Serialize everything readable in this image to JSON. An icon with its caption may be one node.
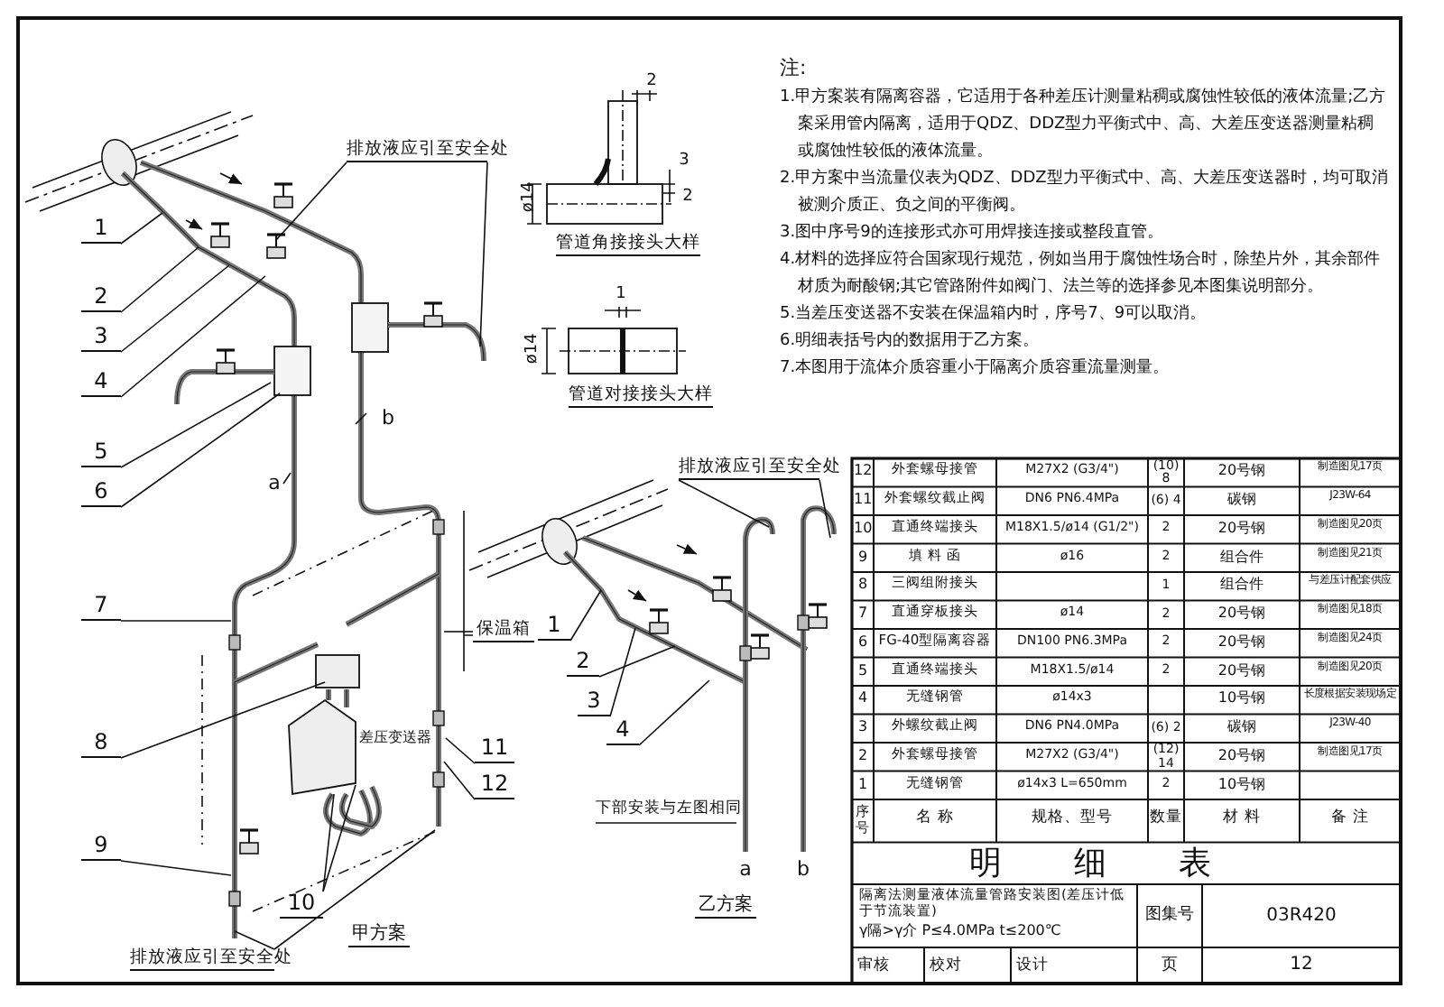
{
  "diagram": {
    "title": "隔离法测量液体流量管路安装图(差压计低于节流装置)",
    "nodes": [
      {
        "text": [
          "1"
        ]
      },
      {
        "text": [
          "2"
        ]
      },
      {
        "text": [
          "3"
        ]
      },
      {
        "text": [
          "4"
        ]
      },
      {
        "text": [
          "5"
        ]
      },
      {
        "text": [
          "6"
        ]
      },
      {
        "text": [
          "7"
        ]
      },
      {
        "text": [
          "8"
        ]
      },
      {
        "text": [
          "9"
        ]
      },
      {
        "text": [
          "10"
        ]
      },
      {
        "text": [
          "11"
        ]
      },
      {
        "text": [
          "12"
        ]
      },
      {
        "text": [
          "排放液应引至安全处"
        ]
      },
      {
        "text": [
          "保温箱"
        ]
      },
      {
        "text": [
          "排放液应引至安全处"
        ]
      },
      {
        "text": [
          "1"
        ]
      },
      {
        "text": [
          "2"
        ]
      },
      {
        "text": [
          "3"
        ]
      },
      {
        "text": [
          "4"
        ]
      },
      {
        "text": [
          "排放液应引至安全处"
        ]
      }
    ],
    "edges": [
      {
        "from": 0,
        "to": null,
        "arrow": "none"
      },
      {
        "from": 1,
        "to": null,
        "arrow": "none"
      },
      {
        "from": 2,
        "to": null,
        "arrow": "none"
      },
      {
        "from": 3,
        "to": null,
        "arrow": "none"
      },
      {
        "from": 4,
        "to": null,
        "arrow": "none"
      },
      {
        "from": 5,
        "to": null,
        "arrow": "none"
      },
      {
        "from": 6,
        "to": null,
        "arrow": "none"
      },
      {
        "from": 7,
        "to": null,
        "arrow": "none"
      },
      {
        "from": 8,
        "to": null,
        "arrow": "none"
      },
      {
        "from": 9,
        "to": null,
        "arrow": "none"
      },
      {
        "from": 9,
        "to": null,
        "arrow": "none"
      },
      {
        "from": 10,
        "to": null,
        "arrow": "none"
      },
      {
        "from": 11,
        "to": null,
        "arrow": "none"
      },
      {
        "from": 12,
        "to": null,
        "arrow": "none"
      },
      {
        "from": 12,
        "to": null,
        "arrow": "none"
      },
      {
        "from": 13,
        "to": null,
        "arrow": "none"
      },
      {
        "from": 14,
        "to": null,
        "arrow": "none"
      },
      {
        "from": 14,
        "to": null,
        "arrow": "none"
      },
      {
        "from": 15,
        "to": null,
        "arrow": "none"
      },
      {
        "from": 16,
        "to": null,
        "arrow": "none"
      },
      {
        "from": 17,
        "to": null,
        "arrow": "none"
      },
      {
        "from": 18,
        "to": null,
        "arrow": "none"
      },
      {
        "from": 19,
        "to": null,
        "arrow": "none"
      },
      {
        "from": 19,
        "to": null,
        "arrow": "none"
      }
    ],
    "labels": [
      "a",
      "b",
      "ø14",
      "2",
      "3",
      "2",
      "管道角接接头大样",
      "ø14",
      "1",
      "管道对接接头大样",
      "差压变送器",
      "甲方案",
      "下部安装与左图相同",
      "a",
      "b",
      "乙方案",
      "注:",
      "1.甲方案装有隔离容器，它适用于各种差压计测量粘稠或腐蚀性较低的液体流量;乙方案采用管内隔离，适用于QDZ、DDZ型力平衡式中、高、大差压变送器测量粘稠或腐蚀性较低的液体流量。",
      "2.甲方案中当流量仪表为QDZ、DDZ型力平衡式中、高、大差压变送器时，均可取消被测介质正、负之间的平衡阀。",
      "3.图中序号9的连接形式亦可用焊接连接或整段直管。",
      "4.材料的选择应符合国家现行规范，例如当用于腐蚀性场合时，除垫片外，其余部件材质为耐酸钢;其它管路附件如阀门、法兰等的选择参见本图集说明部分。",
      "5.当差压变送器不安装在保温箱内时，序号7、9可以取消。",
      "6.明细表括号内的数据用于乙方案。",
      "7.本图用于流体介质容重小于隔离介质容重流量测量。",
      "12",
      "外套螺母接管",
      "M27X2 (G3/4\")",
      "(10) 8",
      "20号钢",
      "制造图见17页",
      "11",
      "外套螺纹截止阀",
      "DN6 PN6.4MPa",
      "(6) 4",
      "碳钢",
      "J23W-64",
      "10",
      "直通终端接头",
      "M18X1.5/ø14 (G1/2\")",
      "2",
      "20号钢",
      "制造图见20页",
      "9",
      "填 料 函",
      "ø16",
      "2",
      "组合件",
      "制造图见21页",
      "8",
      "三阀组附接头",
      "1",
      "组合件",
      "与差压计配套供应",
      "7",
      "直通穿板接头",
      "ø14",
      "2",
      "20号钢",
      "制造图见18页",
      "6",
      "FG-40型隔离容器",
      "DN100 PN6.3MPa",
      "2",
      "20号钢",
      "制造图见24页",
      "5",
      "直通终端接头",
      "M18X1.5/ø14",
      "2",
      "20号钢",
      "制造图见20页",
      "4",
      "无缝钢管",
      "ø14x3",
      "10号钢",
      "长度根据安装现场定",
      "3",
      "外螺纹截止阀",
      "DN6 PN4.0MPa",
      "(6) 2",
      "碳钢",
      "J23W-40",
      "2",
      "外套螺母接管",
      "M27X2 (G3/4\")",
      "(12) 14",
      "20号钢",
      "制造图见17页",
      "1",
      "无缝钢管",
      "ø14x3 L=650mm",
      "2",
      "10号钢",
      "序号",
      "名 称",
      "规格、型号",
      "数量",
      "材 料",
      "备 注",
      "明细表",
      "γ隔>γ介 P≤4.0MPa t≤200℃",
      "图集号",
      "03R420",
      "审核",
      "校对",
      "设计",
      "页",
      "12"
    ]
  }
}
